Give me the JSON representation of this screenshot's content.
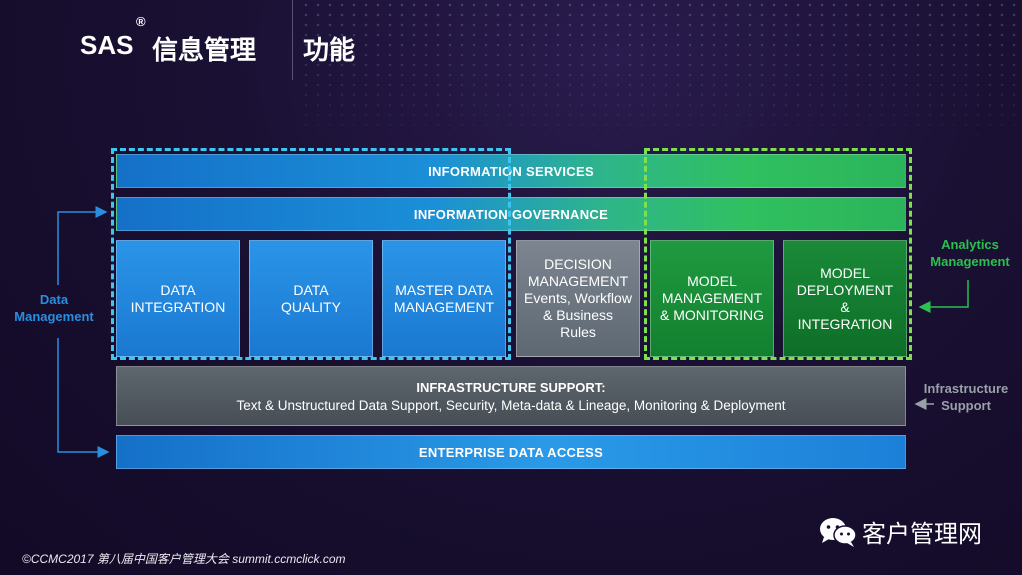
{
  "header": {
    "brand": "SAS",
    "registered": "®",
    "title_part1": "信息管理",
    "title_part2": "功能"
  },
  "diagram": {
    "information_services": "INFORMATION SERVICES",
    "information_governance": "INFORMATION GOVERNANCE",
    "boxes": [
      {
        "label": "DATA\nINTEGRATION"
      },
      {
        "label": "DATA\nQUALITY"
      },
      {
        "label": "MASTER DATA\nMANAGEMENT"
      },
      {
        "label": "DECISION\nMANAGEMENT\nEvents, Workflow\n& Business\nRules"
      },
      {
        "label": "MODEL\nMANAGEMENT\n& MONITORING"
      },
      {
        "label": "MODEL\nDEPLOYMENT\n&\nINTEGRATION"
      }
    ],
    "infrastructure_title": "INFRASTRUCTURE SUPPORT:",
    "infrastructure_subtitle": "Text & Unstructured Data Support, Security, Meta-data & Lineage, Monitoring & Deployment",
    "enterprise_data_access": "ENTERPRISE DATA ACCESS"
  },
  "side_labels": {
    "data_management": "Data\nManagement",
    "analytics_management": "Analytics\nManagement",
    "infrastructure_support": "Infrastructure\nSupport"
  },
  "colors": {
    "data_management": "#2a8ee0",
    "analytics_management": "#2bc050",
    "blue_dash": "#3dc6f0",
    "green_dash": "#7ee04a"
  },
  "footer": {
    "copyright": "©CCMC2017 第八届中国客户管理大会 summit.ccmclick.com",
    "wechat_account": "客户管理网"
  }
}
